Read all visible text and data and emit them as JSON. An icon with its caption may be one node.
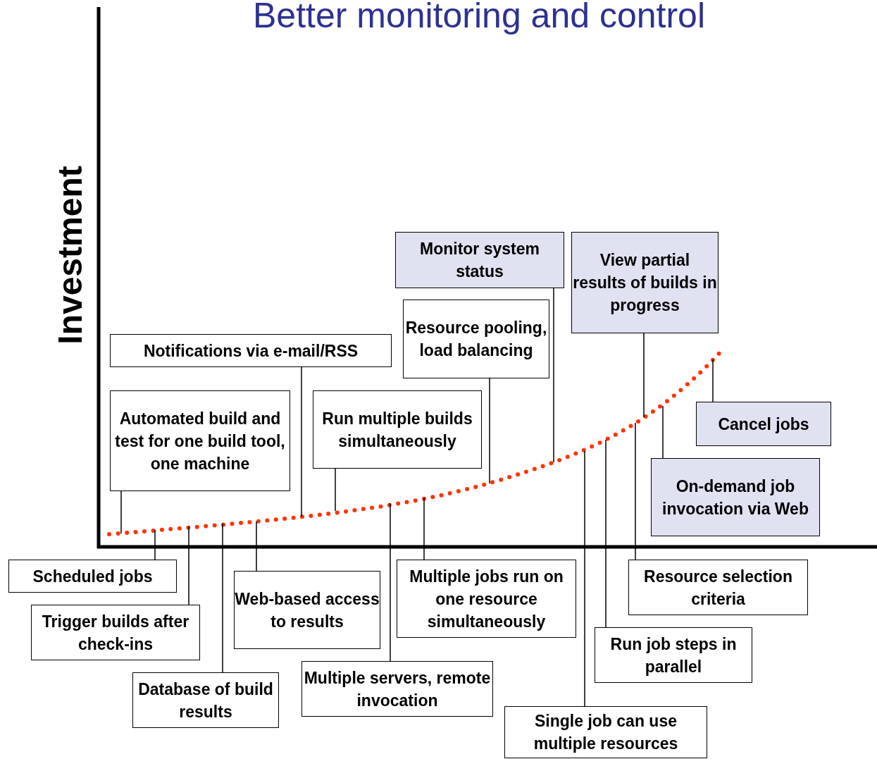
{
  "diagram": {
    "title": "Better monitoring and control",
    "nodes": [
      {
        "text": [
          "Monitor system status"
        ]
      },
      {
        "text": [
          "View partial results of builds in progress"
        ]
      },
      {
        "text": [
          "Resource pooling, load balancing"
        ]
      },
      {
        "text": [
          "Notifications via e-mail/RSS"
        ]
      },
      {
        "text": [
          "Automated build and test for one build tool, one machine"
        ]
      },
      {
        "text": [
          "Run multiple builds simultaneously"
        ]
      },
      {
        "text": [
          "Cancel jobs"
        ]
      },
      {
        "text": [
          "On-demand job invocation via Web"
        ]
      },
      {
        "text": [
          "Scheduled jobs"
        ]
      },
      {
        "text": [
          "Web-based access to results"
        ]
      },
      {
        "text": [
          "Multiple jobs run on one resource simultaneously"
        ]
      },
      {
        "text": [
          "Resource selection criteria"
        ]
      },
      {
        "text": [
          "Trigger builds after check-ins"
        ]
      },
      {
        "text": [
          "Run job steps in parallel"
        ]
      },
      {
        "text": [
          "Database of build results"
        ]
      },
      {
        "text": [
          "Multiple servers, remote invocation"
        ]
      },
      {
        "text": [
          "Single job can use multiple resources"
        ]
      }
    ],
    "edges": [
      {
        "from": 0,
        "to": null,
        "arrow": "none"
      },
      {
        "from": 1,
        "to": null,
        "arrow": "none"
      },
      {
        "from": 2,
        "to": null,
        "arrow": "none"
      },
      {
        "from": 3,
        "to": null,
        "arrow": "none"
      },
      {
        "from": 4,
        "to": null,
        "arrow": "none"
      },
      {
        "from": 5,
        "to": null,
        "arrow": "none"
      },
      {
        "from": 6,
        "to": null,
        "arrow": "none"
      },
      {
        "from": 7,
        "to": null,
        "arrow": "none"
      },
      {
        "from": 8,
        "to": null,
        "arrow": "none"
      },
      {
        "from": 9,
        "to": null,
        "arrow": "none"
      },
      {
        "from": 10,
        "to": null,
        "arrow": "none"
      },
      {
        "from": 11,
        "to": null,
        "arrow": "none"
      },
      {
        "from": 12,
        "to": null,
        "arrow": "none"
      },
      {
        "from": 13,
        "to": null,
        "arrow": "none"
      },
      {
        "from": 14,
        "to": null,
        "arrow": "none"
      },
      {
        "from": 15,
        "to": null,
        "arrow": "none"
      },
      {
        "from": 16,
        "to": null,
        "arrow": "none"
      }
    ],
    "labels": [
      "Investment"
    ]
  }
}
